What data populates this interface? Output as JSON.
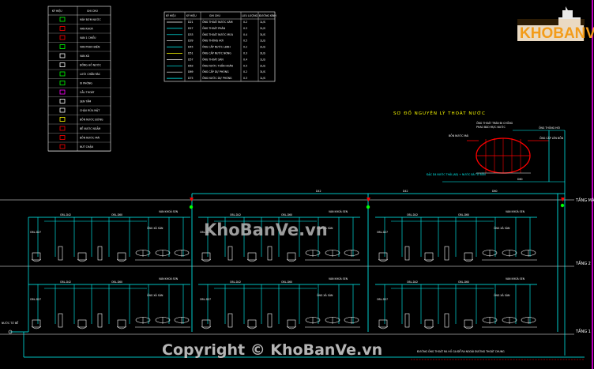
{
  "watermark_mid": "KhoBanVe.vn",
  "copyright": "Copyright © KhoBanVe.vn",
  "logo_text": "KHOBANVE",
  "colors": {
    "background": "#000000",
    "pipe": "#00ffff",
    "fixture": "#ffffff",
    "red": "#ff0000",
    "green": "#00ff00",
    "yellow": "#ffff00",
    "magenta": "#ff00ff",
    "logo_orange": "#f39c1a",
    "logo_gray": "#d7d7d7"
  },
  "diagram_title": "SƠ ĐỒ NGUYÊN LÝ THOÁT NƯỚC",
  "floors": [
    "TẦNG MÁI",
    "TẦNG 2",
    "TẦNG 1"
  ],
  "legend_symbols": {
    "headers": [
      "KÝ HIỆU",
      "GHI CHÚ"
    ],
    "rows": [
      "MÁY BƠM NƯỚC",
      "VAN KHOÁ",
      "VAN 1 CHIỀU",
      "VAN PHAO ĐIỆN",
      "VAN XẢ",
      "ĐỒNG HỒ NƯỚC",
      "LƯỚI CHẮN RÁC",
      "XI PHÔNG",
      "CẦU THOÁT",
      "SEN TẮM",
      "CHẬU RỬA MẶT",
      "BỒN NƯỚC ĐỨNG",
      "BỂ NƯỚC NGẦM",
      "BỒN NƯỚC MÁI",
      "NÚT CHẶN"
    ]
  },
  "legend_pipes": {
    "headers": [
      "KÝ HIỆU",
      "KÝ HIỆU",
      "GHI CHÚ",
      "LƯU LƯỢNG",
      "ĐƯỜNG KÍNH"
    ],
    "rows": [
      "ỐNG THOÁT NƯỚC XÁM",
      "ỐNG THOÁT PHÂN",
      "ỐNG THOÁT NƯỚC MƯA",
      "ỐNG THÔNG HƠI",
      "ỐNG CẤP NƯỚC LẠNH",
      "ỐNG CẤP NƯỚC NÓNG",
      "ỐNG THOÁT SÀN",
      "ỐNG NƯỚC TUẦN HOÀN",
      "ỐNG CẤP DỰ PHÒNG",
      "ỐNG NƯỚC DỰ PHÒNG"
    ]
  },
  "tank_labels": [
    "ỐNG THOÁT TRÀN ĐI CHỐNG",
    "BỒN NƯỚC MÁI",
    "PHAO BÁO MỰC NƯỚC",
    "ỐNG THÔNG HƠI",
    "ỐNG CẤP LÊN BỒN",
    "D60",
    "ĐẶC D4 NƯỚC THẢI (AD) + NƯỚC ĐÁ TỪ BỒN"
  ],
  "branch_labels": [
    "VAN KHOÁ SEN",
    "OBL-D60",
    "OBL-D42",
    "OBL-D27",
    "ỐNG XẢ SÀN"
  ],
  "bottom_note": "ĐƯỜNG ỐNG THOÁT RA HỐ GA ĐỂ RA NGOÀI ĐƯỜNG THOÁT CHUNG",
  "pipe_labels": [
    "D42",
    "D42",
    "D42",
    "D60",
    "D60",
    "THG",
    "NƯỚC TỪ BỂ"
  ]
}
